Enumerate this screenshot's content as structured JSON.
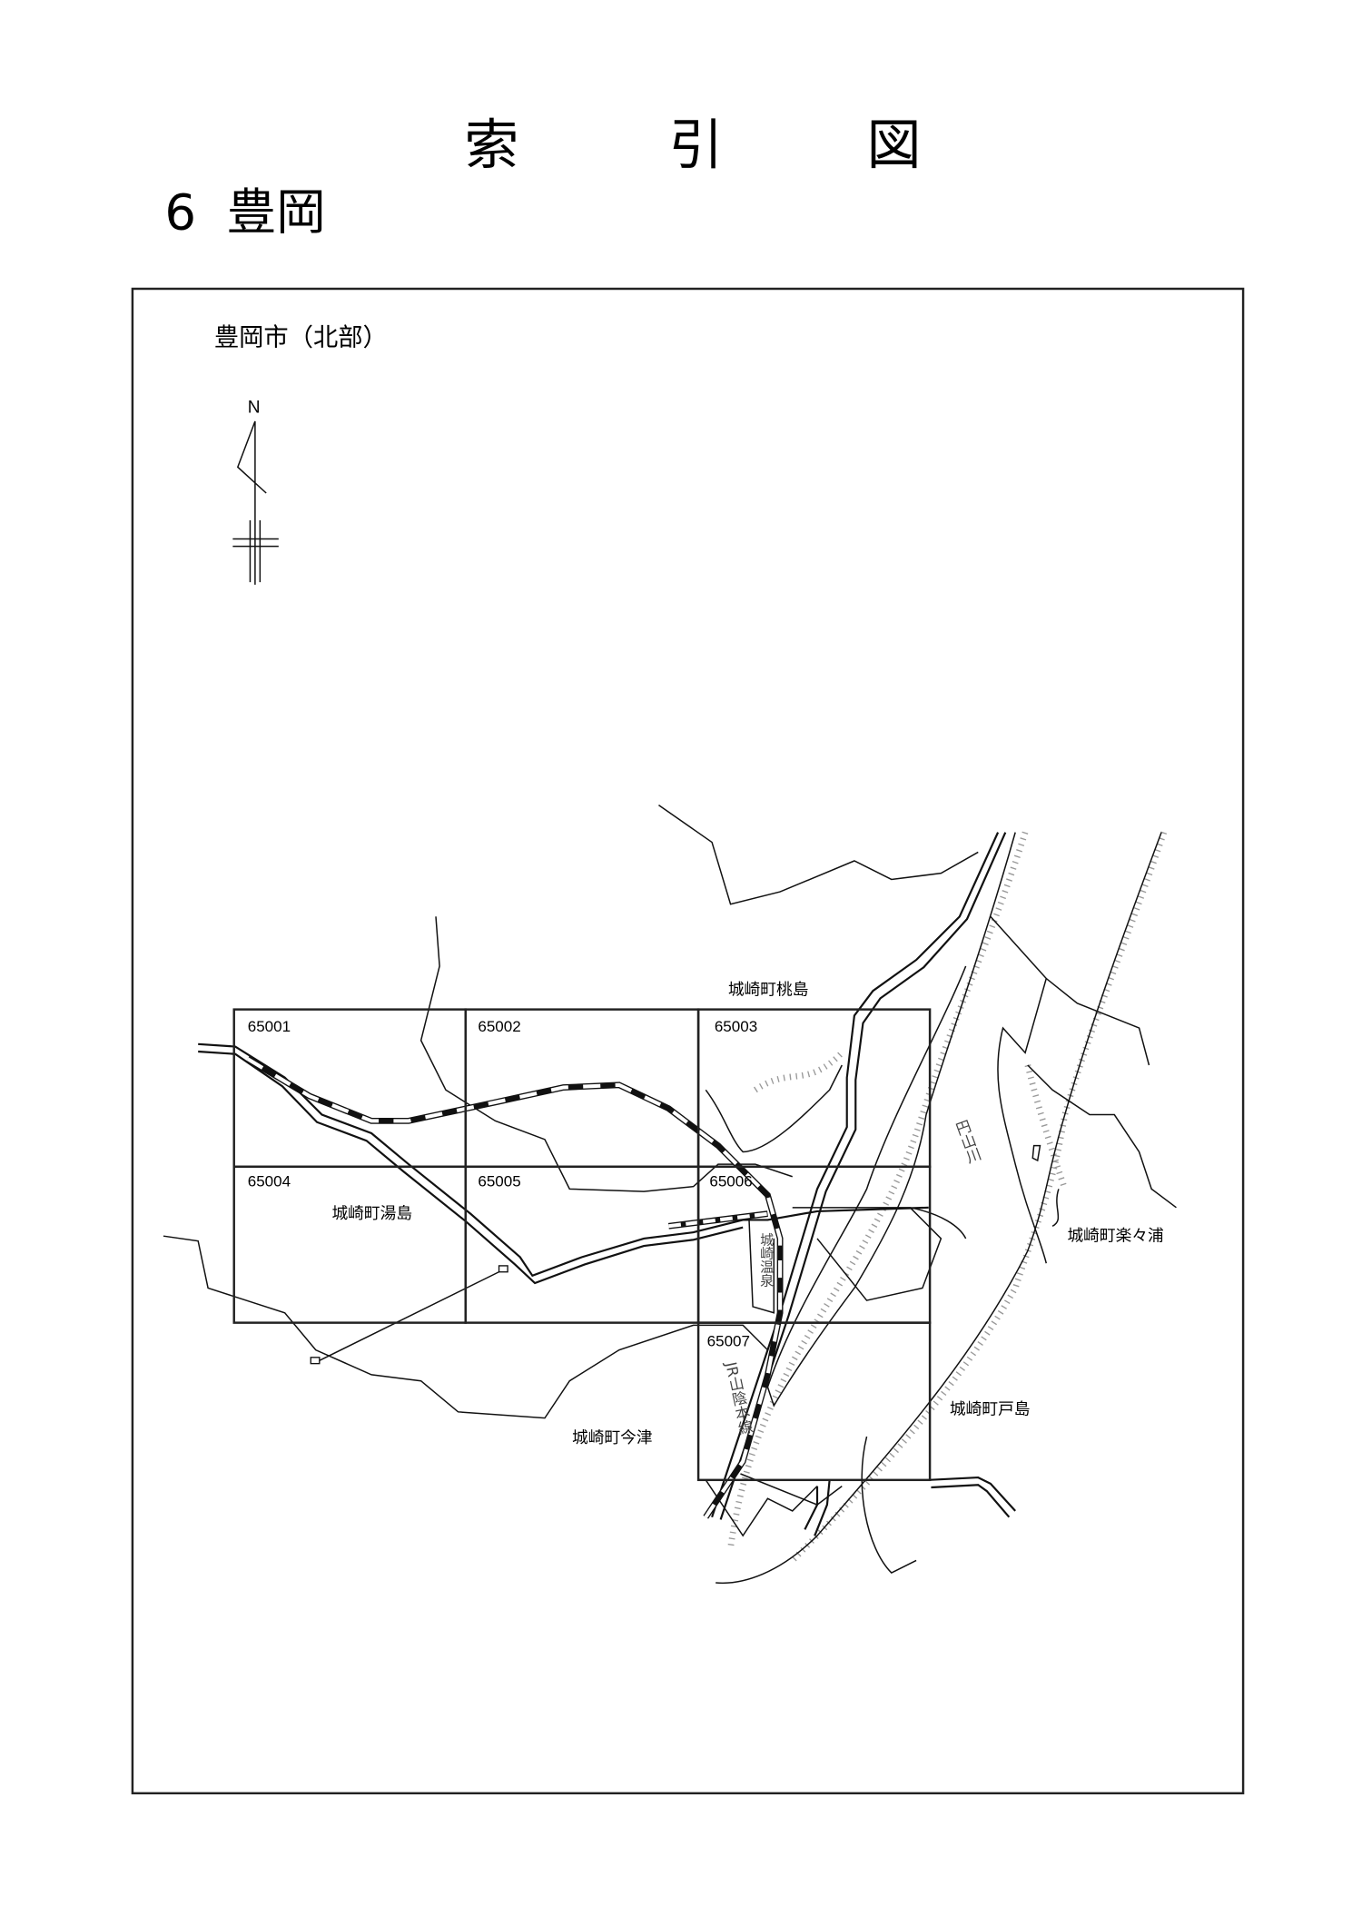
{
  "header": {
    "title_chars": [
      "索",
      "引",
      "図"
    ],
    "section_number": "6",
    "section_name": "豊岡"
  },
  "map": {
    "area_label": "豊岡市（北部）",
    "north_label": "N",
    "sheets": [
      {
        "id": "65001"
      },
      {
        "id": "65002"
      },
      {
        "id": "65003"
      },
      {
        "id": "65004"
      },
      {
        "id": "65005"
      },
      {
        "id": "65006"
      },
      {
        "id": "65007"
      }
    ],
    "places": {
      "momoshima": "城崎町桃島",
      "yushima": "城崎町湯島",
      "raraura": "城崎町楽々浦",
      "toshima": "城崎町戸島",
      "imazu": "城崎町今津",
      "onsen": "城崎温泉",
      "railway": "JR山陰本線",
      "river": "円山川"
    }
  }
}
